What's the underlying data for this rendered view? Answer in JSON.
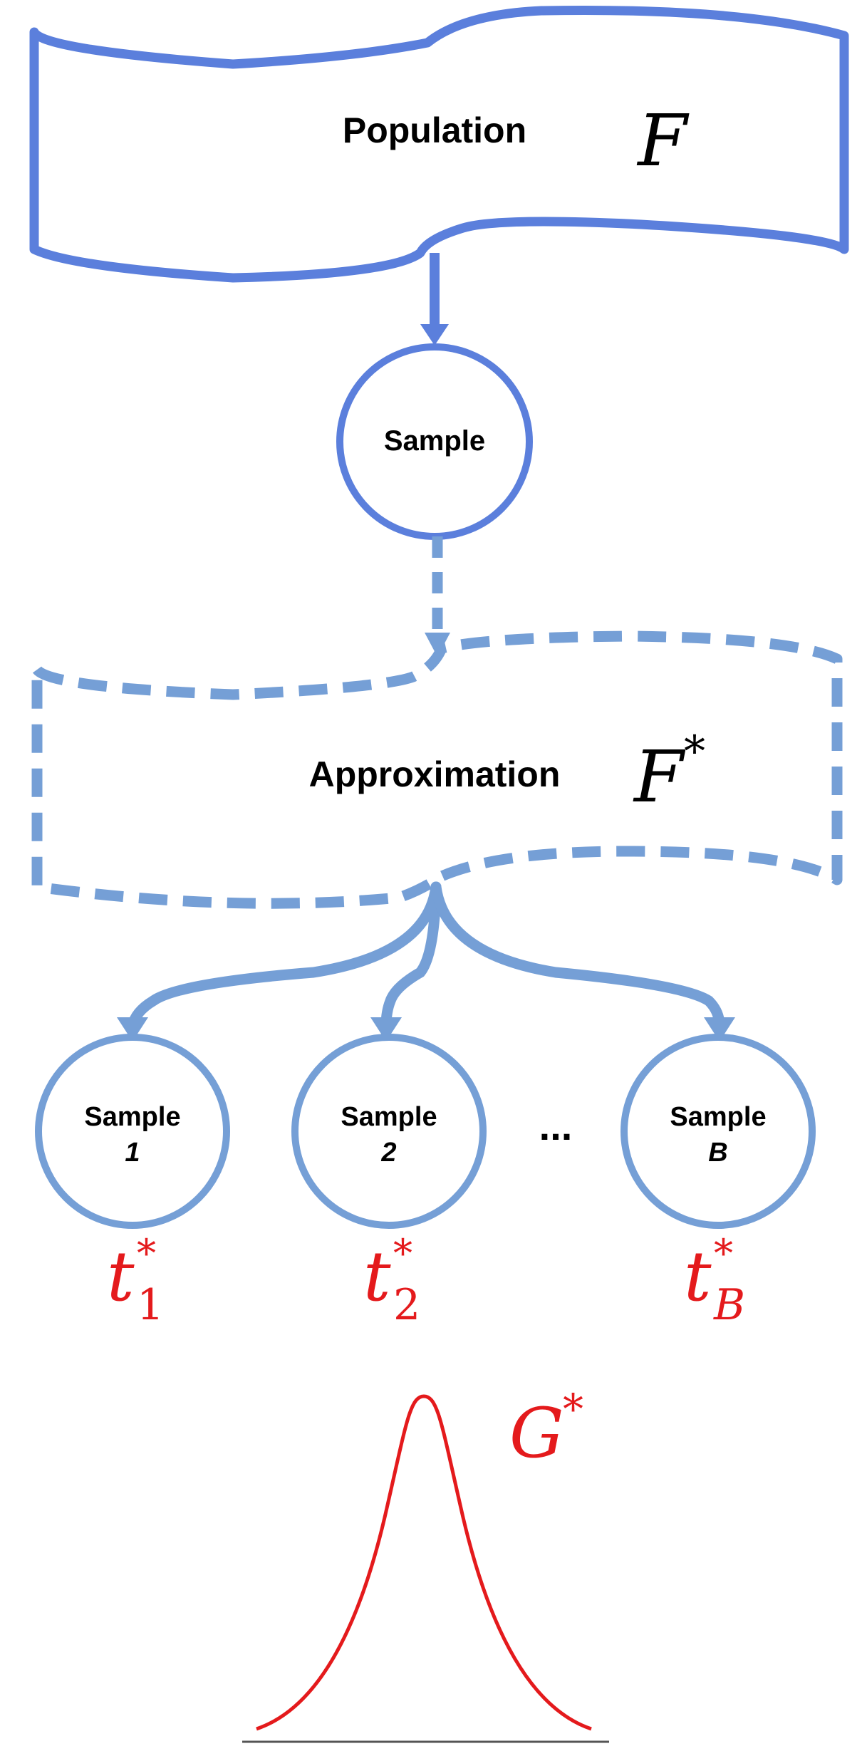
{
  "colors": {
    "solid_blue": "#5b7fdc",
    "dashed_blue": "#759fd6",
    "red": "#e41a1c",
    "black": "#000000",
    "axis": "#555555"
  },
  "population": {
    "label": "Population",
    "symbol": "F"
  },
  "sample": {
    "label": "Sample"
  },
  "approximation": {
    "label": "Approximation",
    "symbol": "F",
    "symbol_sup": "*"
  },
  "bootstrap_samples": [
    {
      "label": "Sample",
      "index": "1",
      "stat": "t",
      "stat_sup": "*",
      "stat_sub": "1"
    },
    {
      "label": "Sample",
      "index": "2",
      "stat": "t",
      "stat_sup": "*",
      "stat_sub": "2"
    },
    {
      "label": "Sample",
      "index": "B",
      "stat": "t",
      "stat_sup": "*",
      "stat_sub": "B"
    }
  ],
  "ellipsis": "...",
  "distribution": {
    "symbol": "G",
    "symbol_sup": "*"
  }
}
